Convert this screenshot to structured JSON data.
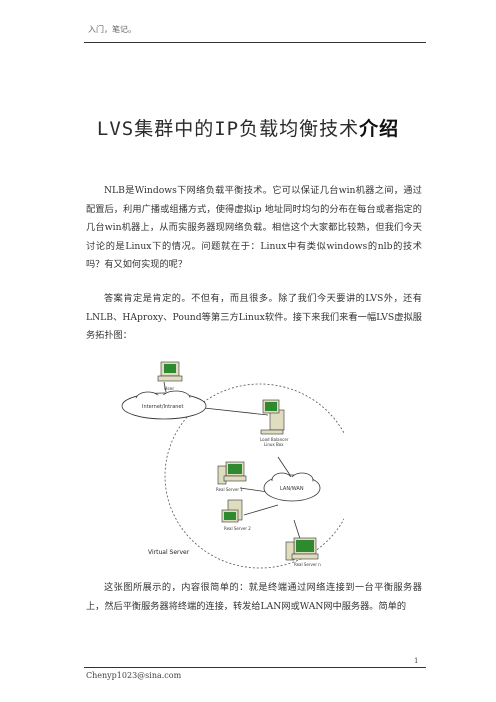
{
  "header": {
    "text": "入门，笔记。"
  },
  "title": {
    "main": "LVS集群中的IP负载均衡技术",
    "emphasis": "介绍"
  },
  "paragraphs": [
    "NLB是Windows下网络负载平衡技术。它可以保证几台win机器之间，通过配置后，利用广播或组播方式，使得虚拟ip 地址同时均匀的分布在每台或者指定的几台win机器上，从而实服务器现网络负载。相信这个大家都比较熟，但我们今天讨论的是Linux下的情况。问题就在于：Linux中有类似windows的nlb的技术吗？有又如何实现的呢？",
    "答案肯定是肯定的。不但有，而且很多。除了我们今天要讲的LVS外，还有LNLB、HAproxy、Pound等第三方Linux软件。接下来我们来看一幅LVS虚拟服务拓扑图：",
    "这张图所展示的，内容很简单的：就是终端通过网络连接到一台平衡服务器上，然后平衡服务器将终端的连接，转发给LAN网或WAN网中服务器。简单的"
  ],
  "diagram": {
    "user_label": "User",
    "internet_label": "Internet/Intranet",
    "load_balancer_label_1": "Load Balancer",
    "load_balancer_label_2": "Linux Box",
    "lan_wan_label": "LAN/WAN",
    "real_server_1": "Real Server 1",
    "real_server_2": "Real Server 2",
    "real_server_n": "Real Server n",
    "virtual_server_label": "Virtual Server"
  },
  "footer": {
    "page_number": "1",
    "email": "Chenyp1023@sina.com"
  },
  "colors": {
    "monitor_screen": "#2f8a2f",
    "computer_body": "#e0dcc0",
    "rule": "#333333"
  }
}
